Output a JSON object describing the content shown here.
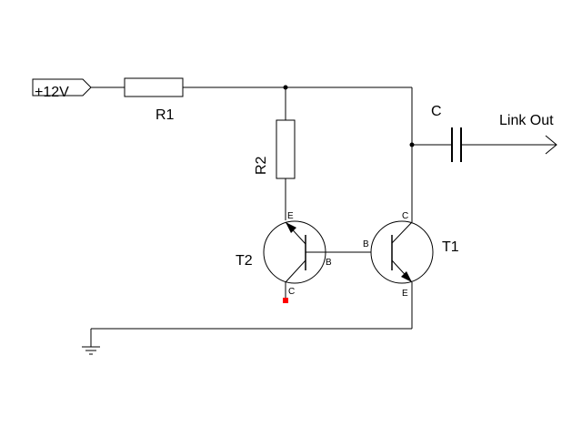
{
  "supply": {
    "label": "+12V"
  },
  "components": {
    "r1": {
      "label": "R1"
    },
    "r2": {
      "label": "R2"
    },
    "c": {
      "label": "C"
    },
    "t1": {
      "label": "T1",
      "pin_b": "B",
      "pin_c": "C",
      "pin_e": "E"
    },
    "t2": {
      "label": "T2",
      "pin_e": "E",
      "pin_b": "B",
      "pin_c": "C"
    }
  },
  "output": {
    "label": "Link Out"
  },
  "colors": {
    "wire": "#000000",
    "marker": "#ff0000"
  }
}
